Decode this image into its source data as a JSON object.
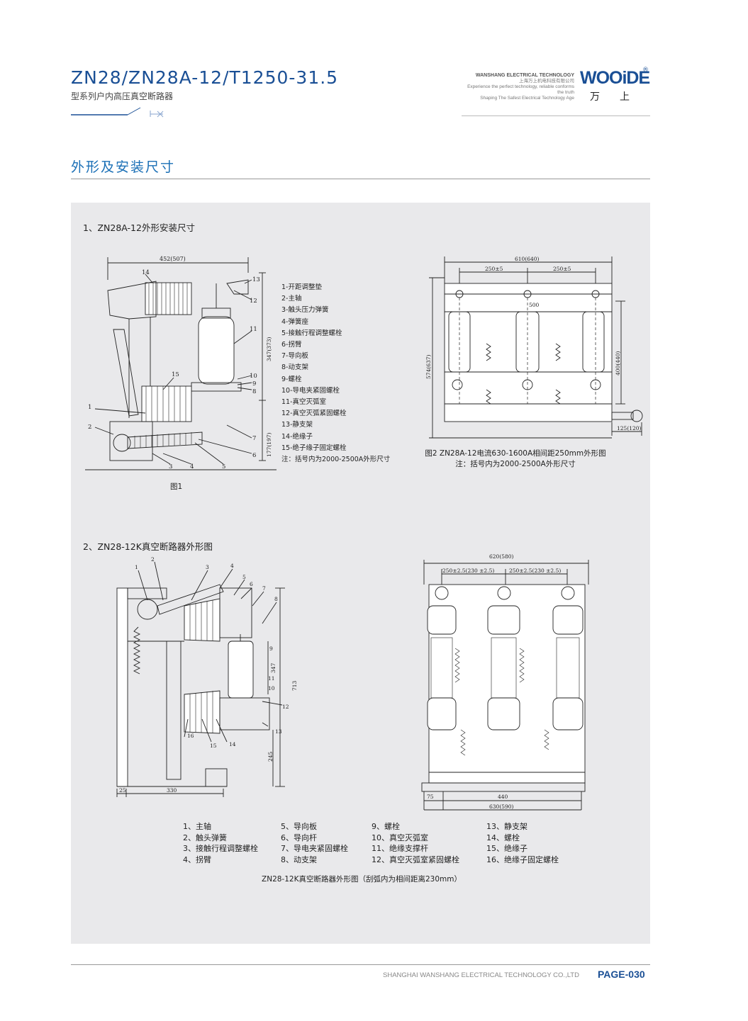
{
  "header": {
    "title": "ZN28/ZN28A-12/T1250-31.5",
    "subtitle": "型系列户内高压真空断路器",
    "brand_en_line1": "WANSHANG ELECTRICAL TECHNOLOGY",
    "brand_en_line2": "上海万上机电科技有限公司",
    "brand_en_line3": "Experience the perfect technology, reliable conforms the truth",
    "brand_en_line4": "Shaping The Safest Electrical Technology Age",
    "logo": "WOOiDE",
    "logo_mark": "®",
    "logo_cn": "万上"
  },
  "section_title": "外形及安装尺寸",
  "part1": {
    "heading": "1、ZN28A-12外形安装尺寸",
    "fig1_label": "图1",
    "fig1_dims": {
      "width": "452(507)",
      "h1": "347(373)",
      "h2": "177(197)"
    },
    "fig1_callouts": [
      "1",
      "2",
      "3",
      "4",
      "5",
      "6",
      "7",
      "8",
      "9",
      "10",
      "11",
      "12",
      "13",
      "14",
      "15"
    ],
    "legend": [
      "1-开距调整垫",
      "2-主轴",
      "3-触头压力弹簧",
      "4-弹簧座",
      "5-接触行程调整螺栓",
      "6-拐臂",
      "7-导向板",
      "8-动支架",
      "9-螺栓",
      "10-导电夹紧固螺栓",
      "11-真空灭弧室",
      "12-真空灭弧紧固螺栓",
      "13-静支架",
      "14-绝缘子",
      "15-绝子缘子固定螺栓",
      "注：括号内为2000-2500A外形尺寸"
    ],
    "fig2_dims": {
      "width": "610(640)",
      "pitch_left": "250±5",
      "pitch_right": "250±5",
      "inner": "500",
      "height": "574(637)",
      "inner_height": "400(440)",
      "side": "125(120)"
    },
    "fig2_caption_line1": "图2 ZN28A-12电流630-1600A相间距250mm外形图",
    "fig2_caption_line2": "注：括号内为2000-2500A外形尺寸"
  },
  "part2": {
    "heading": "2、ZN28-12K真空断路器外形图",
    "fig3_dims": {
      "h1": "347",
      "h2": "713",
      "h3": "245",
      "w1": "25",
      "w2": "330"
    },
    "fig3_callouts": [
      "1",
      "2",
      "3",
      "4",
      "5",
      "6",
      "7",
      "8",
      "9",
      "10",
      "11",
      "12",
      "13",
      "14",
      "15",
      "16"
    ],
    "fig4_dims": {
      "width": "620(580)",
      "pitch_left": "250±2.5(230 ±2.5)",
      "pitch_right": "250±2.5(230 ±2.5)",
      "w1": "75",
      "w2": "440",
      "width_bottom": "630(590)"
    },
    "parts_table": [
      [
        "1、主轴",
        "5、导向板",
        "9、螺栓",
        "13、静支架"
      ],
      [
        "2、触头弹簧",
        "6、导向杆",
        "10、真空灭弧室",
        "14、螺栓"
      ],
      [
        "3、接触行程调整螺栓",
        "7、导电夹紧固螺栓",
        "11、绝缘支撑杆",
        "15、绝缘子"
      ],
      [
        "4、拐臂",
        "8、动支架",
        "12、真空灭弧室紧固螺栓",
        "16、绝缘子固定螺栓"
      ]
    ],
    "caption": "ZN28-12K真空断路器外形图（刮弧内为相间距离230mm）"
  },
  "footer": {
    "company": "SHANGHAI WANSHANG ELECTRICAL TECHNOLOGY CO.,LTD",
    "page": "PAGE-030"
  },
  "colors": {
    "accent": "#1a4f95",
    "section": "#1a6fb6",
    "panel": "#e9e9eb"
  }
}
